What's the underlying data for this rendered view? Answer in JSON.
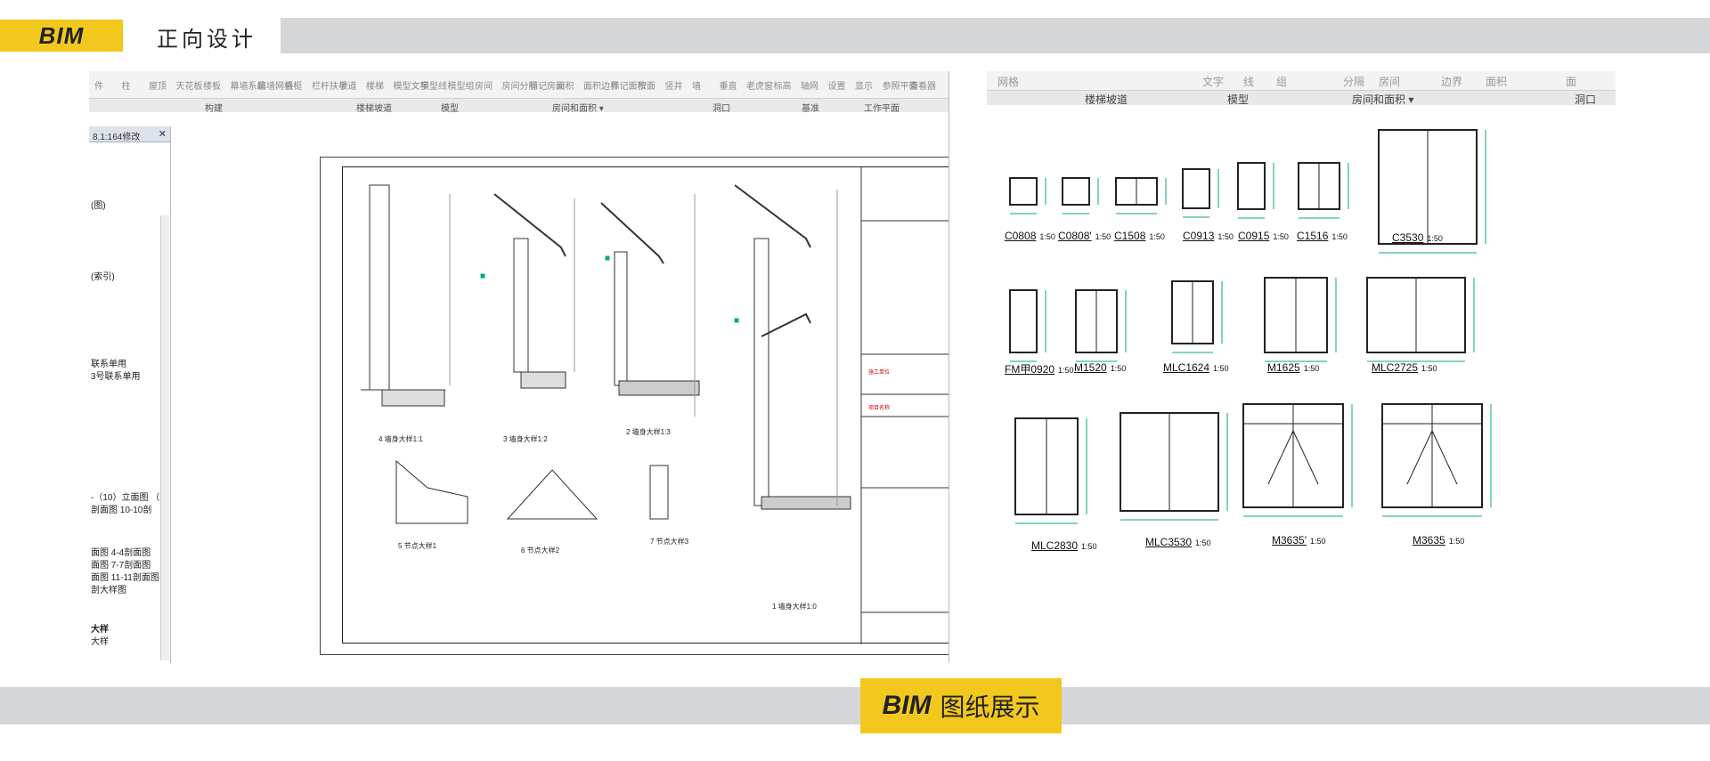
{
  "header": {
    "badge": "BIM",
    "title": "正向设计"
  },
  "footer": {
    "badge_bold": "BIM",
    "badge_text": "图纸展示"
  },
  "left_window": {
    "ribbon_buttons": [
      "件",
      "柱",
      "屋顶",
      "天花板",
      "楼板",
      "幕墙系统",
      "幕墙网格",
      "竖梃",
      "栏杆扶手",
      "坡道",
      "楼梯",
      "模型文字",
      "模型线",
      "模型组",
      "房间",
      "房间分隔",
      "标记房间",
      "面积",
      "面积边界",
      "标记面积",
      "按面",
      "竖井",
      "墙",
      "垂直",
      "老虎窗",
      "标高",
      "轴网",
      "设置",
      "显示",
      "参照平面",
      "查看器"
    ],
    "ribbon_groups": [
      "构建",
      "楼梯坡道",
      "模型",
      "房间和面积 ▾",
      "洞口",
      "基准",
      "工作平面"
    ],
    "browser_title": "8.1:164修改",
    "browser_close": "✕",
    "browser_items": [
      "(图)",
      "(索引)",
      "联系单用",
      "3号联系单用",
      "-（10）立面图 （",
      "剖面图 10-10剖",
      "面图 4-4剖面图",
      "面图 7-7剖面图",
      "面图 11-11剖面图",
      "剖大样图",
      "大样",
      "大样"
    ],
    "sheet_details": [
      "4 墙身大样1:1",
      "3 墙身大样1:2",
      "2 墙身大样1:3",
      "1 墙身大样1:0",
      "5 节点大样1",
      "6 节点大样2",
      "7 节点大样3"
    ]
  },
  "right_window": {
    "ribbon_buttons": [
      "网格",
      "文字",
      "线",
      "组",
      "分隔",
      "房间",
      "边界",
      "面积",
      "面"
    ],
    "ribbon_groups": [
      "楼梯坡道",
      "模型",
      "房间和面积 ▾",
      "洞口"
    ],
    "scale": "1:50",
    "windows": [
      "C0808",
      "C0808'",
      "C1508",
      "C0913",
      "C0915",
      "C1516",
      "C3530",
      "FM甲0920",
      "M1520",
      "MLC1624",
      "M1625",
      "MLC2725",
      "MLC2830",
      "MLC3530",
      "M3635'",
      "M3635"
    ]
  }
}
